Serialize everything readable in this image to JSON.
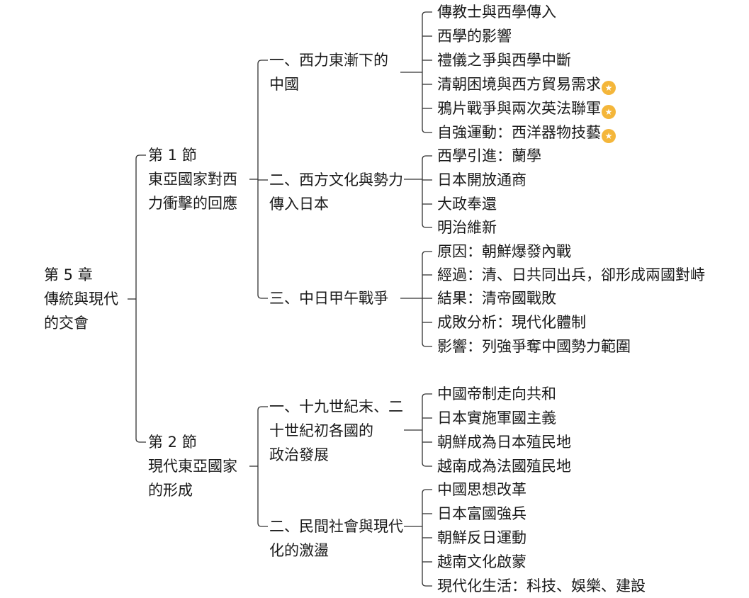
{
  "chapter": {
    "title_lines": [
      "第 5 章",
      "傳統與現代",
      "的交會"
    ]
  },
  "sections": [
    {
      "title_lines": [
        "第 1 節",
        "東亞國家對西",
        "力衝擊的回應"
      ],
      "topics": [
        {
          "title_lines": [
            "一、西力東漸下的",
            "中國"
          ],
          "items": [
            {
              "text": "傳教士與西學傳入",
              "star": false
            },
            {
              "text": "西學的影響",
              "star": false
            },
            {
              "text": "禮儀之爭與西學中斷",
              "star": false
            },
            {
              "text": "清朝困境與西方貿易需求",
              "star": true
            },
            {
              "text": "鴉片戰爭與兩次英法聯軍",
              "star": true
            },
            {
              "text": "自強運動：西洋器物技藝",
              "star": true
            }
          ]
        },
        {
          "title_lines": [
            "二、西方文化與勢力",
            "傳入日本"
          ],
          "items": [
            {
              "text": "西學引進：蘭學",
              "star": false
            },
            {
              "text": "日本開放通商",
              "star": false
            },
            {
              "text": "大政奉還",
              "star": false
            },
            {
              "text": "明治維新",
              "star": false
            }
          ]
        },
        {
          "title_lines": [
            "三、中日甲午戰爭"
          ],
          "items": [
            {
              "text": "原因：朝鮮爆發內戰",
              "star": false
            },
            {
              "text": "經過：清、日共同出兵，卻形成兩國對峙",
              "star": false
            },
            {
              "text": "結果：清帝國戰敗",
              "star": false
            },
            {
              "text": "成敗分析：現代化體制",
              "star": false
            },
            {
              "text": "影響：列強爭奪中國勢力範圍",
              "star": false
            }
          ]
        }
      ]
    },
    {
      "title_lines": [
        "第 2 節",
        "現代東亞國家",
        "的形成"
      ],
      "topics": [
        {
          "title_lines": [
            "一、十九世紀末、二",
            "十世紀初各國的",
            "政治發展"
          ],
          "items": [
            {
              "text": "中國帝制走向共和",
              "star": false
            },
            {
              "text": "日本實施軍國主義",
              "star": false
            },
            {
              "text": "朝鮮成為日本殖民地",
              "star": false
            },
            {
              "text": "越南成為法國殖民地",
              "star": false
            }
          ]
        },
        {
          "title_lines": [
            "二、民間社會與現代",
            "化的激盪"
          ],
          "items": [
            {
              "text": "中國思想改革",
              "star": false
            },
            {
              "text": "日本富國強兵",
              "star": false
            },
            {
              "text": "朝鮮反日運動",
              "star": false
            },
            {
              "text": "越南文化啟蒙",
              "star": false
            },
            {
              "text": "現代化生活：科技、娛樂、建設",
              "star": false
            }
          ]
        }
      ]
    }
  ],
  "colors": {
    "text": "#1a1a1a",
    "line": "#333333",
    "star": "#f4b63a"
  },
  "icons": {
    "star": "star-badge-icon"
  }
}
